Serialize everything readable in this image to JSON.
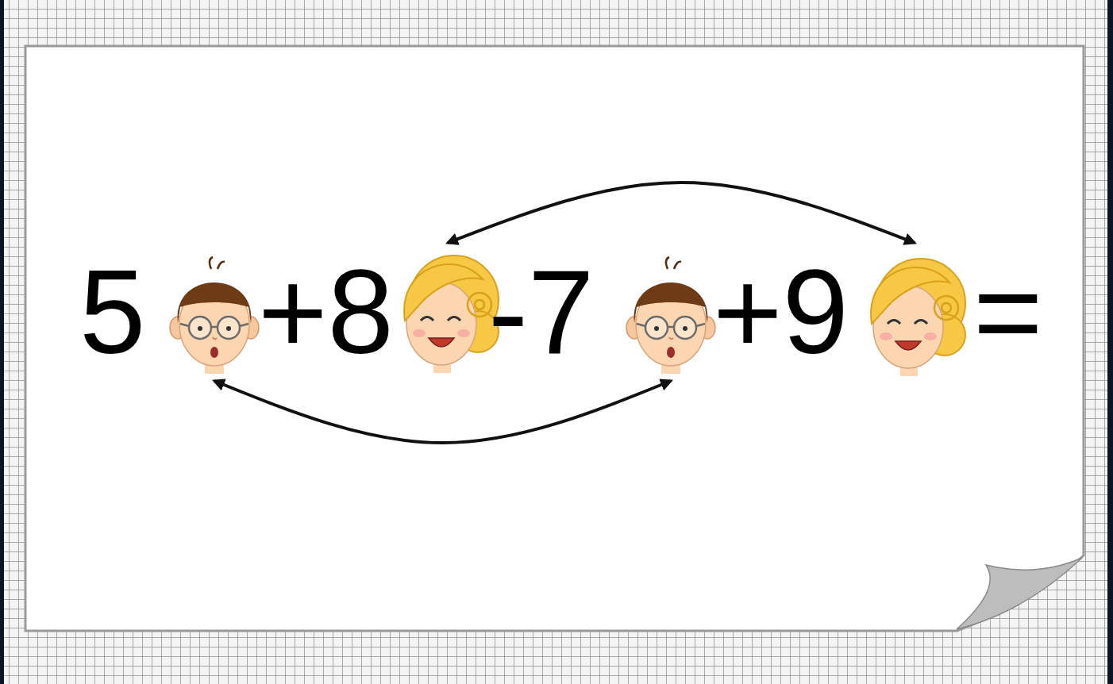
{
  "diagram": {
    "nodes": [
      {
        "text": [
          "5"
        ]
      },
      {
        "text": [
          "+8"
        ]
      },
      {
        "text": [
          "-7"
        ]
      },
      {
        "text": [
          "+9"
        ]
      }
    ],
    "edges": [
      {
        "from": 0,
        "to": 2,
        "arrow": "both"
      },
      {
        "from": 1,
        "to": 3,
        "arrow": "both"
      }
    ],
    "labels": [
      "="
    ]
  }
}
